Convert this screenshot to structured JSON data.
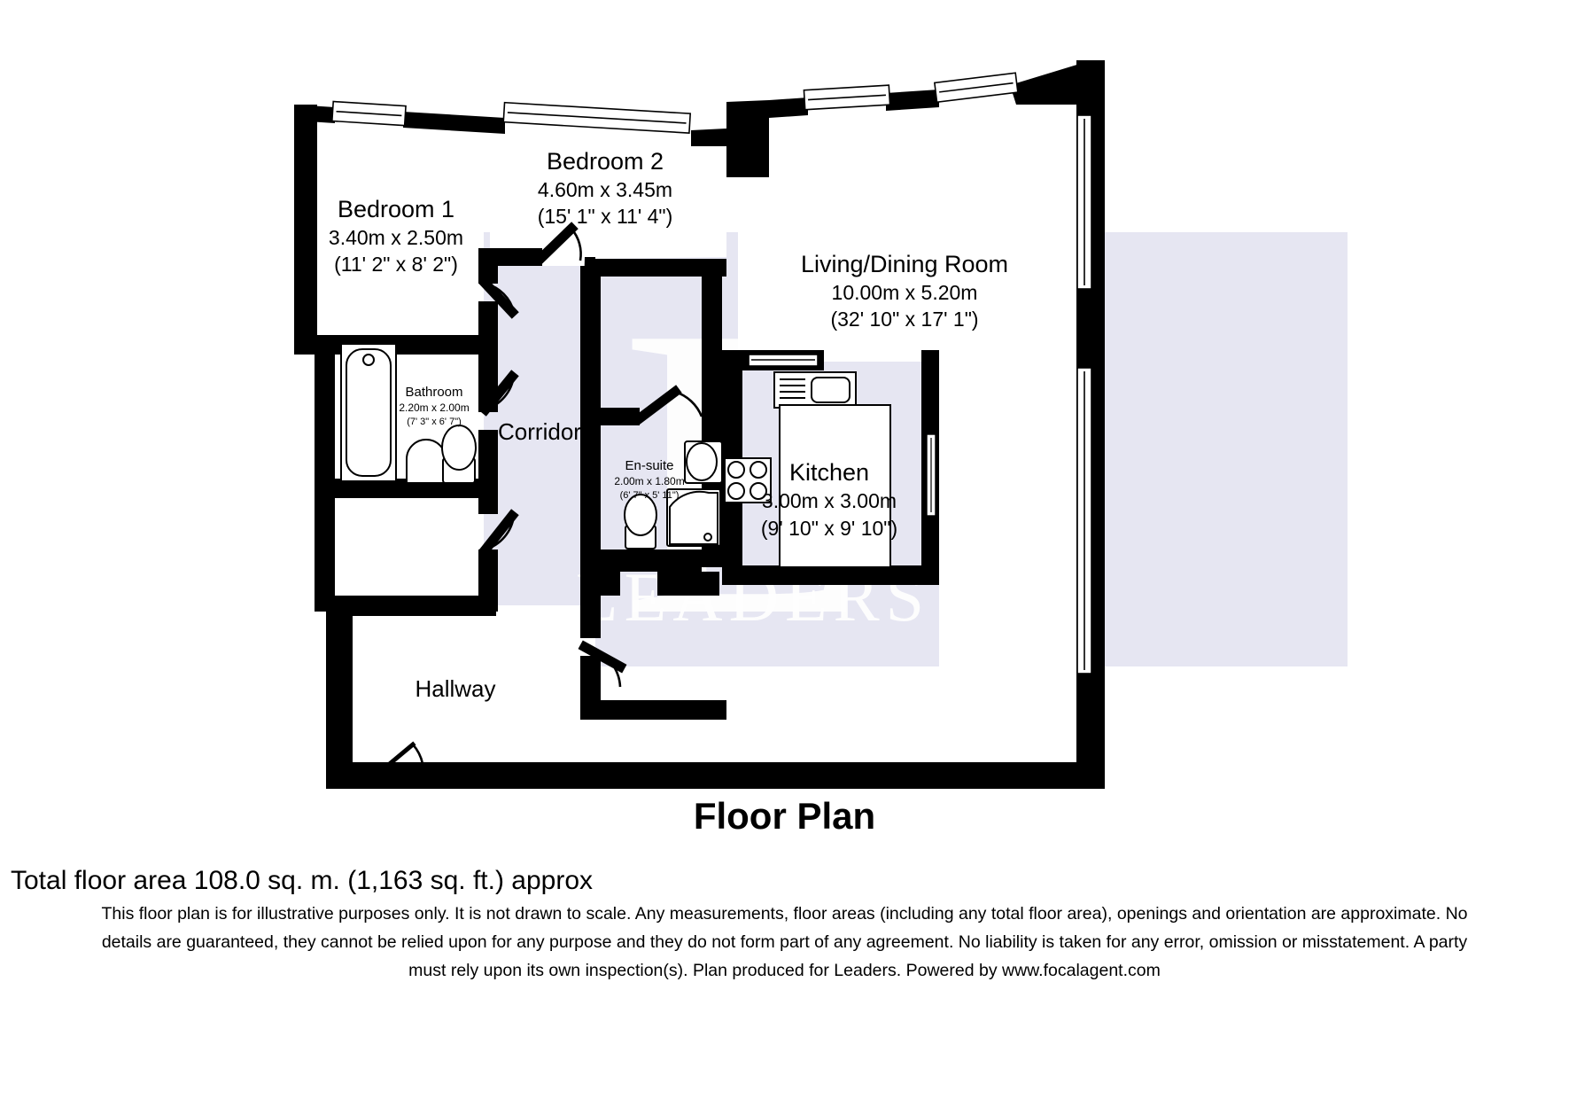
{
  "title": "Floor Plan",
  "footer": {
    "total_area": "Total floor area 108.0 sq. m. (1,163 sq. ft.) approx",
    "disclaimer_line1": "This floor plan is for illustrative purposes only. It is not drawn to scale. Any measurements, floor areas (including any total floor area), openings and orientation are approximate. No",
    "disclaimer_line2": "details are guaranteed, they cannot be relied upon for any purpose and they do not form part of any agreement. No liability is taken for any error, omission or misstatement. A party",
    "disclaimer_line3": "must rely upon its own inspection(s). Plan produced for Leaders. Powered by www.focalagent.com"
  },
  "watermark": {
    "letter": "L",
    "word": "LEADERS",
    "color": "#e6e6f2"
  },
  "colors": {
    "wall": "#000000",
    "floor_white": "#ffffff",
    "shade": "#e6e6f2",
    "fixture_stroke": "#000000"
  },
  "rooms": [
    {
      "id": "bedroom-1",
      "name": "Bedroom 1",
      "dim_metric": "3.40m x 2.50m",
      "dim_imperial": "(11' 2\" x 8' 2\")"
    },
    {
      "id": "bedroom-2",
      "name": "Bedroom 2",
      "dim_metric": "4.60m x 3.45m",
      "dim_imperial": "(15' 1\" x 11' 4\")"
    },
    {
      "id": "living-dining-room",
      "name": "Living/Dining Room",
      "dim_metric": "10.00m x 5.20m",
      "dim_imperial": "(32' 10\" x 17' 1\")"
    },
    {
      "id": "kitchen",
      "name": "Kitchen",
      "dim_metric": "3.00m x 3.00m",
      "dim_imperial": "(9' 10\" x 9' 10\")"
    },
    {
      "id": "bathroom",
      "name": "Bathroom",
      "dim_metric": "2.20m x 2.00m",
      "dim_imperial": "(7' 3\" x 6' 7\")"
    },
    {
      "id": "en-suite",
      "name": "En-suite",
      "dim_metric": "2.00m x 1.80m",
      "dim_imperial": "(6' 7\" x 5' 11\")"
    },
    {
      "id": "corridor",
      "name": "Corridor",
      "dim_metric": "",
      "dim_imperial": ""
    },
    {
      "id": "hallway",
      "name": "Hallway",
      "dim_metric": "",
      "dim_imperial": ""
    }
  ]
}
